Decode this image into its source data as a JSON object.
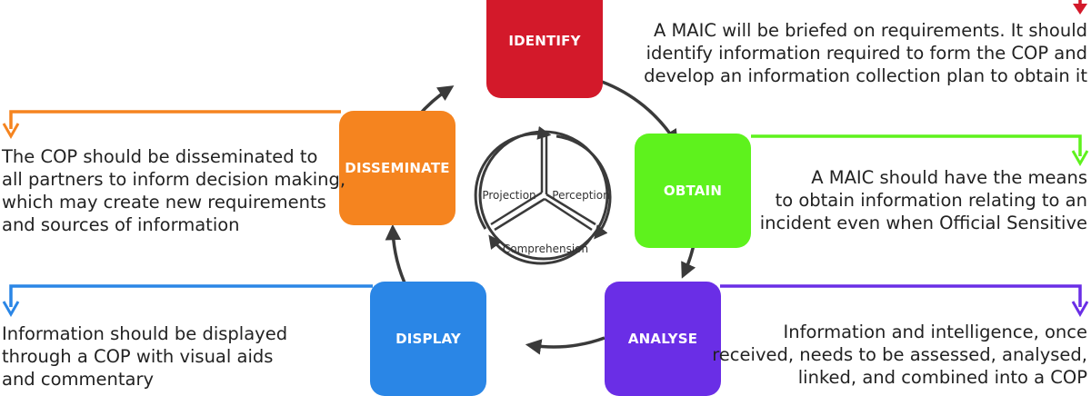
{
  "colors": {
    "identify": "#d3192a",
    "obtain": "#5ef21d",
    "analyse": "#6a2ee6",
    "display": "#2a86e6",
    "disseminate": "#f5841f",
    "cycle": "#3a3a3a"
  },
  "stages": {
    "identify": {
      "label": "IDENTIFY",
      "description": [
        "A MAIC will be briefed on requirements. It should",
        "identify information required to form the COP and",
        "develop an information collection plan to obtain it"
      ]
    },
    "obtain": {
      "label": "OBTAIN",
      "description": [
        "A MAIC should have the means",
        "to obtain information relating to an",
        "incident even when Official Sensitive"
      ]
    },
    "analyse": {
      "label": "ANALYSE",
      "description": [
        "Information and intelligence, once",
        "received, needs to be assessed, analysed,",
        "linked, and combined into a COP"
      ]
    },
    "display": {
      "label": "DISPLAY",
      "description": [
        "Information should be displayed",
        "through a COP with visual aids",
        "and commentary"
      ]
    },
    "disseminate": {
      "label": "DISSEMINATE",
      "description": [
        "The COP should be disseminated to",
        "all partners to inform decision making,",
        "which may create new requirements",
        "and sources of information"
      ]
    }
  },
  "awareness": {
    "projection": "Projection",
    "perception": "Perception",
    "comprehension": "Comprehension"
  }
}
